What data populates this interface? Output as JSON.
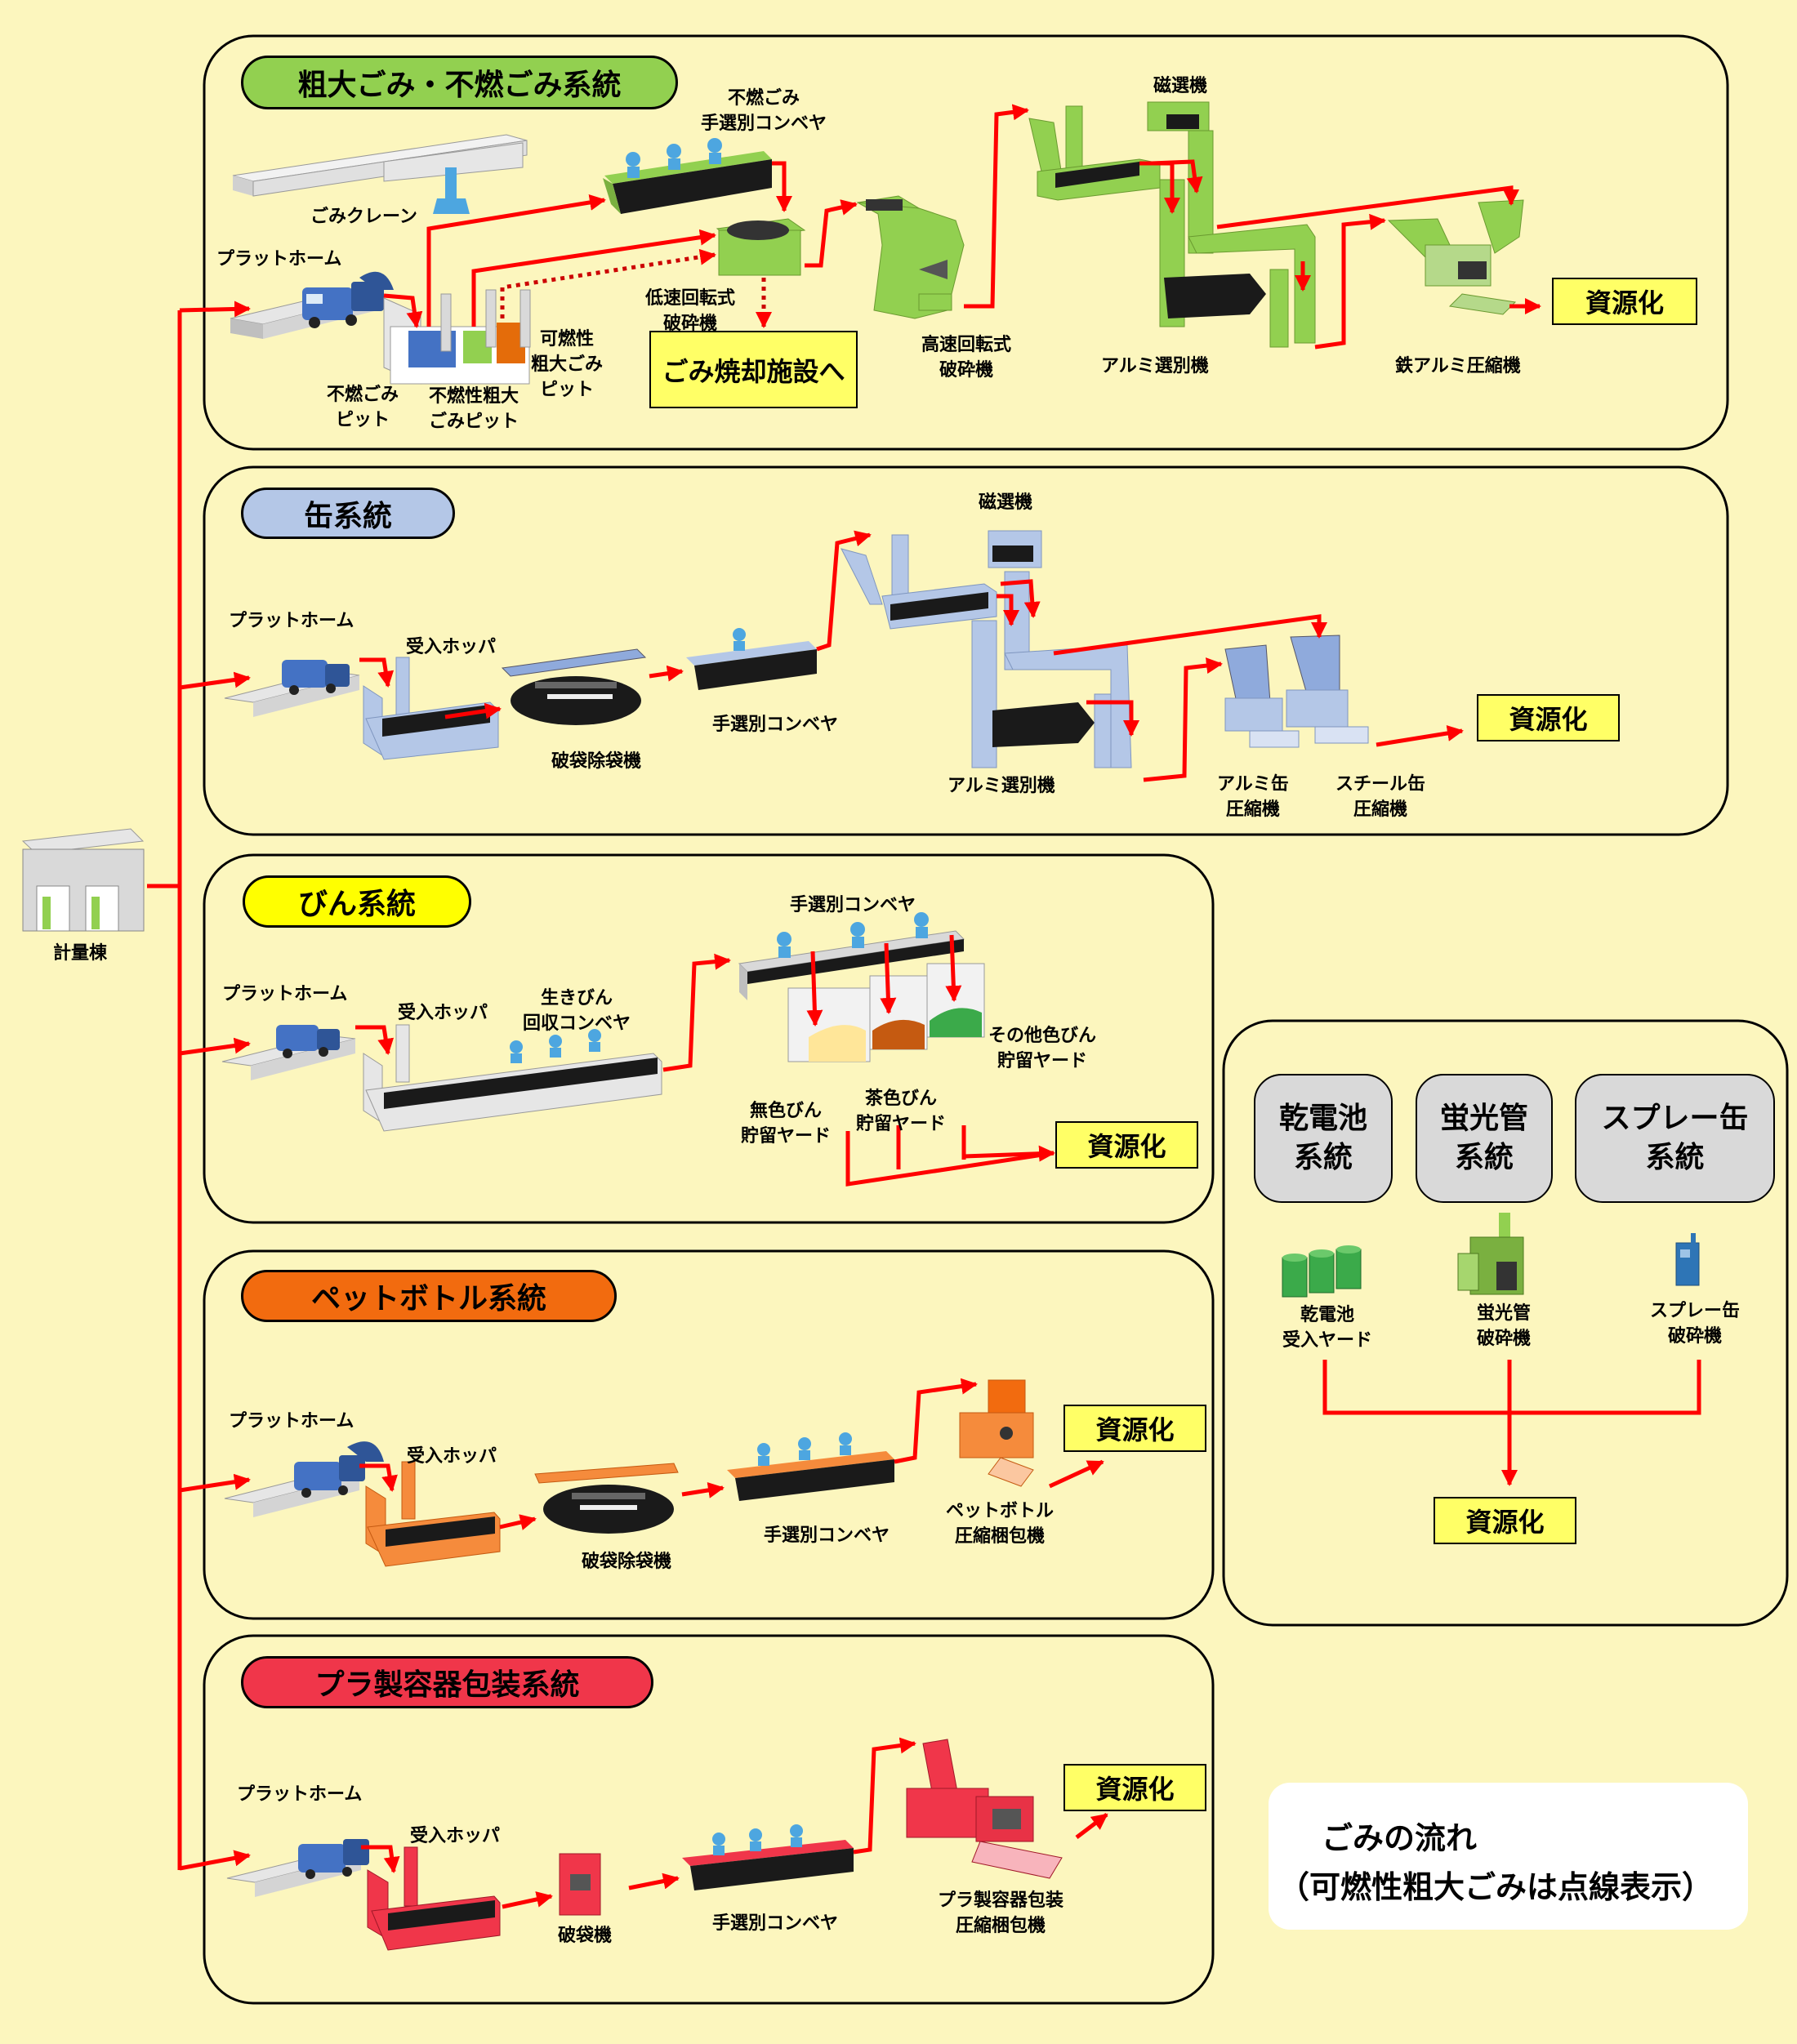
{
  "colors": {
    "background": "#FCF6BE",
    "flow_arrow": "#FF0000",
    "result_box": "#FFFF66",
    "sodai_pill": "#92D050",
    "kan_pill": "#B4C7E7",
    "bin_pill": "#FFFF00",
    "pet_pill": "#F26B0F",
    "pla_pill": "#F0364A",
    "other_pill": "#D9D9D9"
  },
  "keiryo": {
    "label": "計量棟"
  },
  "sodai": {
    "title": "粗大ごみ・不燃ごみ系統",
    "crane": "ごみクレーン",
    "platform": "プラットホーム",
    "funen_pit": [
      "不燃ごみ",
      "ピット"
    ],
    "funen_sodai_pit": [
      "不燃性粗大",
      "ごみピット"
    ],
    "kanen_pit": [
      "可燃性",
      "粗大ごみ",
      "ピット"
    ],
    "tesenbetsu": [
      "不燃ごみ",
      "手選別コンベヤ"
    ],
    "teisoku": [
      "低速回転式",
      "破砕機"
    ],
    "incineration": "ごみ焼却施設へ",
    "kosoku": [
      "高速回転式",
      "破砕機"
    ],
    "jisen": "磁選機",
    "alumi_senbetsu": "アルミ選別機",
    "asshuku": "鉄アルミ圧縮機",
    "result": "資源化"
  },
  "kan": {
    "title": "缶系統",
    "platform": "プラットホーム",
    "hopper": "受入ホッパ",
    "hatai": "破袋除袋機",
    "tesenbetsu": "手選別コンベヤ",
    "jisen": "磁選機",
    "alumi_senbetsu": "アルミ選別機",
    "alumi_asshuku": [
      "アルミ缶",
      "圧縮機"
    ],
    "steel_asshuku": [
      "スチール缶",
      "圧縮機"
    ],
    "result": "資源化"
  },
  "bin": {
    "title": "びん系統",
    "platform": "プラットホーム",
    "hopper": "受入ホッパ",
    "ikibin": [
      "生きびん",
      "回収コンベヤ"
    ],
    "tesenbetsu": "手選別コンベヤ",
    "sonota": [
      "その他色びん",
      "貯留ヤード"
    ],
    "mushoku": [
      "無色びん",
      "貯留ヤード"
    ],
    "chairo": [
      "茶色びん",
      "貯留ヤード"
    ],
    "result": "資源化"
  },
  "pet": {
    "title": "ペットボトル系統",
    "platform": "プラットホーム",
    "hopper": "受入ホッパ",
    "hatai": "破袋除袋機",
    "tesenbetsu": "手選別コンベヤ",
    "asshuku": [
      "ペットボトル",
      "圧縮梱包機"
    ],
    "result": "資源化"
  },
  "pla": {
    "title": "プラ製容器包装系統",
    "platform": "プラットホーム",
    "hopper": "受入ホッパ",
    "hatai": "破袋機",
    "tesenbetsu": "手選別コンベヤ",
    "asshuku": [
      "プラ製容器包装",
      "圧縮梱包機"
    ],
    "result": "資源化"
  },
  "others": {
    "systems": [
      {
        "name": [
          "乾電池",
          "系統"
        ],
        "equip": [
          "乾電池",
          "受入ヤード"
        ]
      },
      {
        "name": [
          "蛍光管",
          "系統"
        ],
        "equip": [
          "蛍光管",
          "破砕機"
        ]
      },
      {
        "name": [
          "スプレー缶",
          "系統"
        ],
        "equip": [
          "スプレー缶",
          "破砕機"
        ]
      }
    ],
    "result": "資源化"
  },
  "legend": {
    "flow": "ごみの流れ",
    "note": "（可燃性粗大ごみは点線表示）"
  }
}
